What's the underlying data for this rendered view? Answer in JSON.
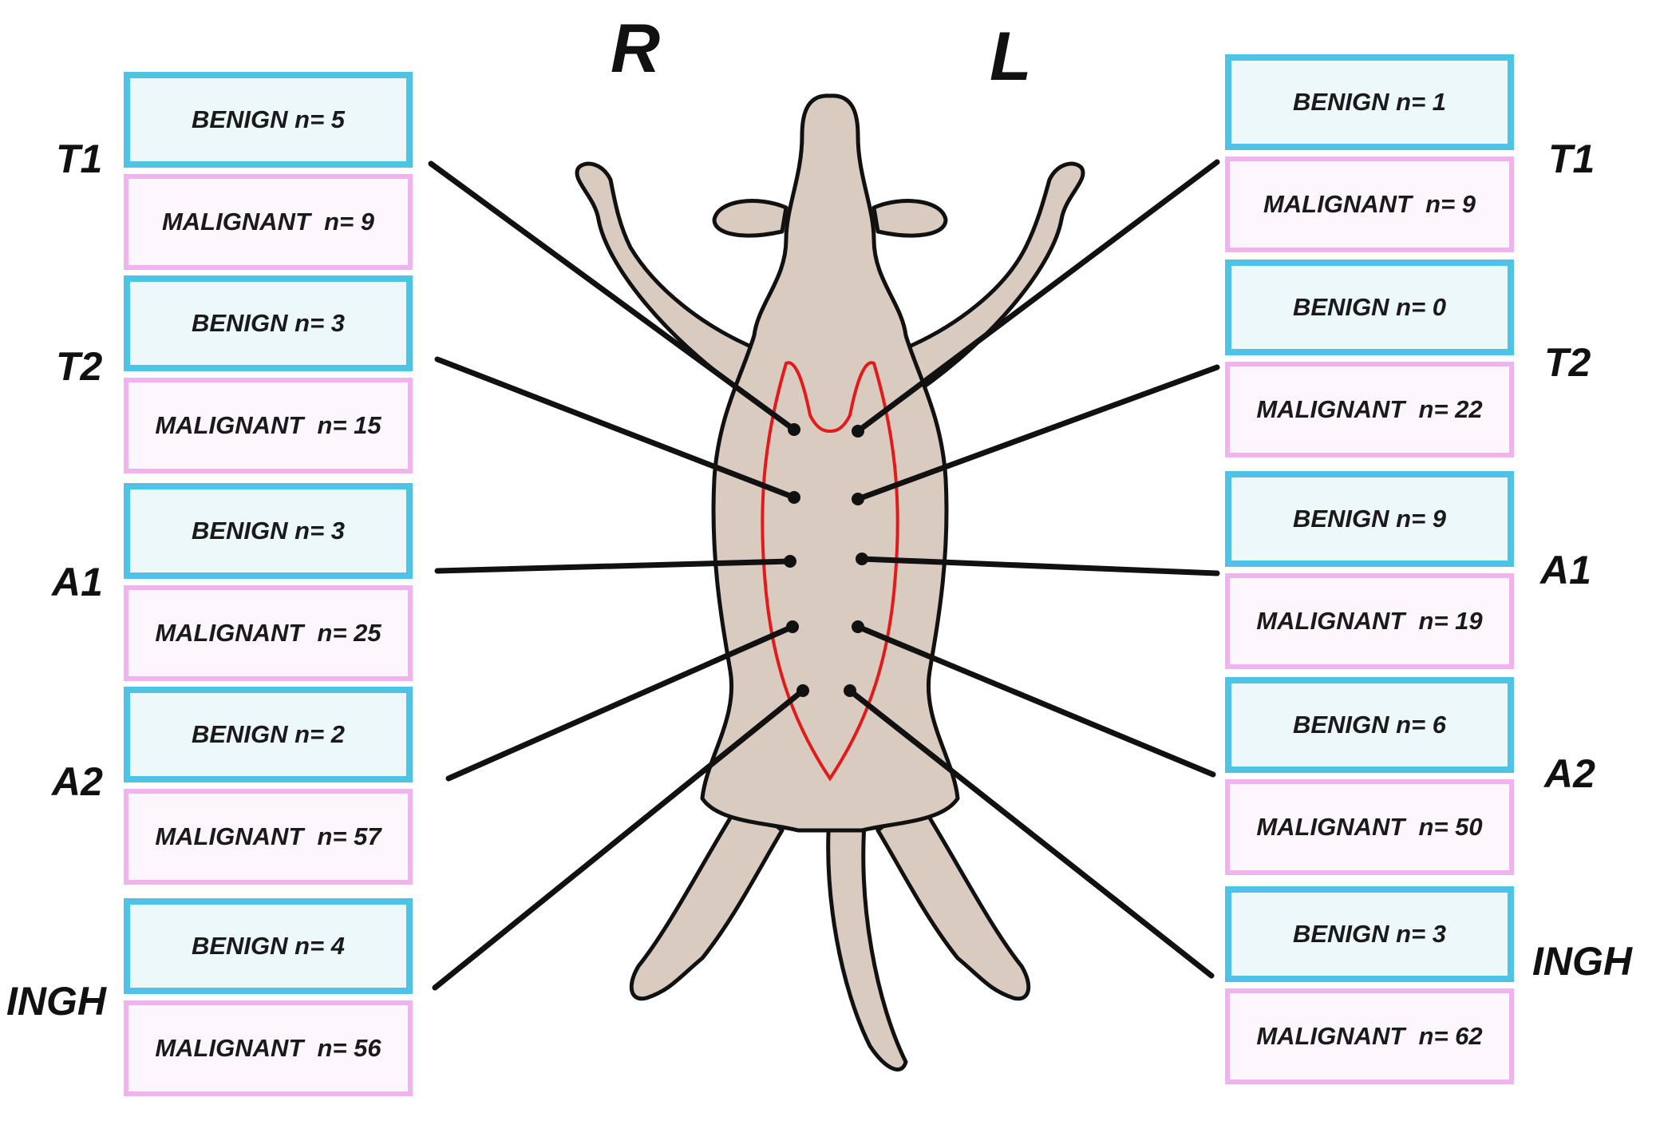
{
  "sides": {
    "right": "R",
    "left": "L"
  },
  "right_glands": [
    {
      "id": "T1",
      "benign": "BENIGN n= 5",
      "malignant": "MALIGNANT  n= 9"
    },
    {
      "id": "T2",
      "benign": "BENIGN n= 3",
      "malignant": "MALIGNANT  n= 15"
    },
    {
      "id": "A1",
      "benign": "BENIGN n= 3",
      "malignant": "MALIGNANT  n= 25"
    },
    {
      "id": "A2",
      "benign": "BENIGN n= 2",
      "malignant": "MALIGNANT  n= 57"
    },
    {
      "id": "INGH",
      "benign": "BENIGN n= 4",
      "malignant": "MALIGNANT  n= 56"
    }
  ],
  "left_glands": [
    {
      "id": "T1",
      "benign": "BENIGN n= 1",
      "malignant": "MALIGNANT  n= 9"
    },
    {
      "id": "T2",
      "benign": "BENIGN n= 0",
      "malignant": "MALIGNANT  n= 22"
    },
    {
      "id": "A1",
      "benign": "BENIGN n= 9",
      "malignant": "MALIGNANT  n= 19"
    },
    {
      "id": "A2",
      "benign": "BENIGN n= 6",
      "malignant": "MALIGNANT  n= 50"
    },
    {
      "id": "INGH",
      "benign": "BENIGN n= 3",
      "malignant": "MALIGNANT  n= 62"
    }
  ],
  "colors": {
    "benign_border": "#4fc3e3",
    "malignant_border": "#f0b3f0",
    "incision": "#e21a1a",
    "body": "#d9cbbf"
  },
  "icons": {
    "figure": "cat-silhouette-icon"
  }
}
